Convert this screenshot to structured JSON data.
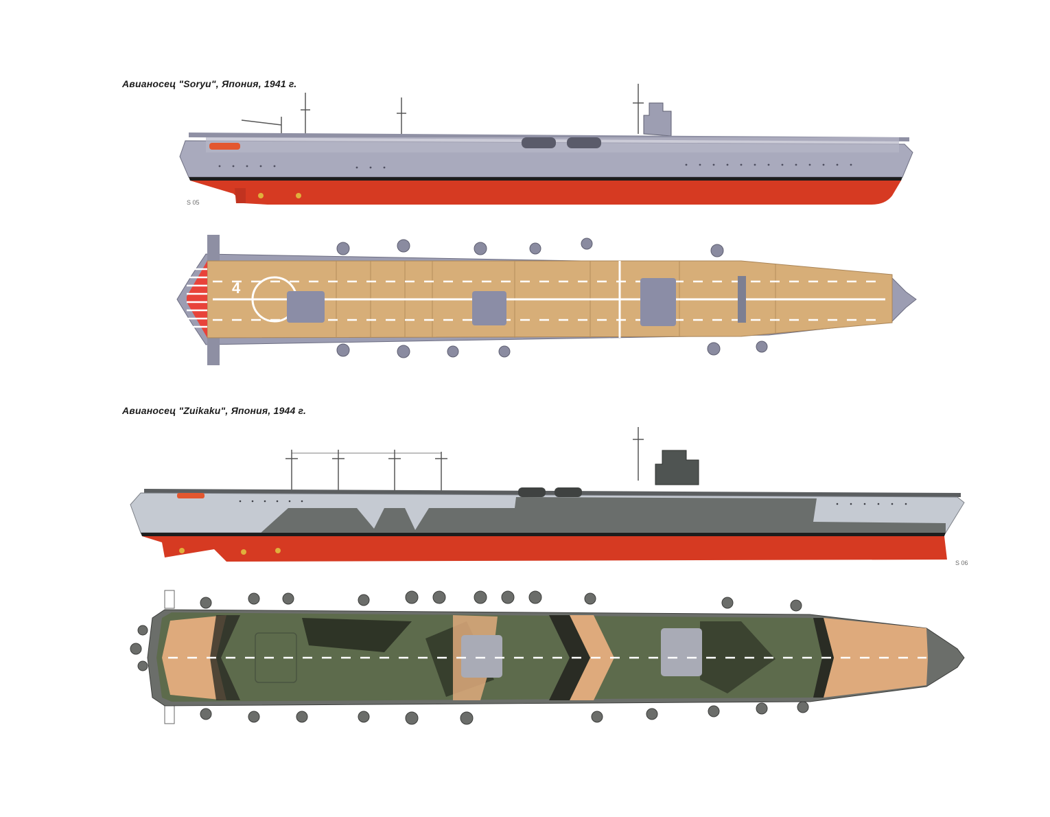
{
  "plates": [
    {
      "caption": "Авианосец \"Soryu\", Япония, 1941 г.",
      "signature": "S 05",
      "deck_number": "4"
    },
    {
      "caption": "Авианосец \"Zuikaku\", Япония, 1944 г.",
      "signature": "S 06"
    }
  ],
  "colors": {
    "hull_grey": "#a9aabd",
    "hull_grey_dark": "#7f8094",
    "antifouling_red": "#d63a22",
    "flight_deck_wood": "#d7ae78",
    "deck_markings": "#ffffff",
    "camo_green": "#5d6b4c",
    "camo_dark": "#2e3426",
    "zuikaku_light_grey": "#c5cad2",
    "zuikaku_dark_grey": "#6a6e6c"
  }
}
